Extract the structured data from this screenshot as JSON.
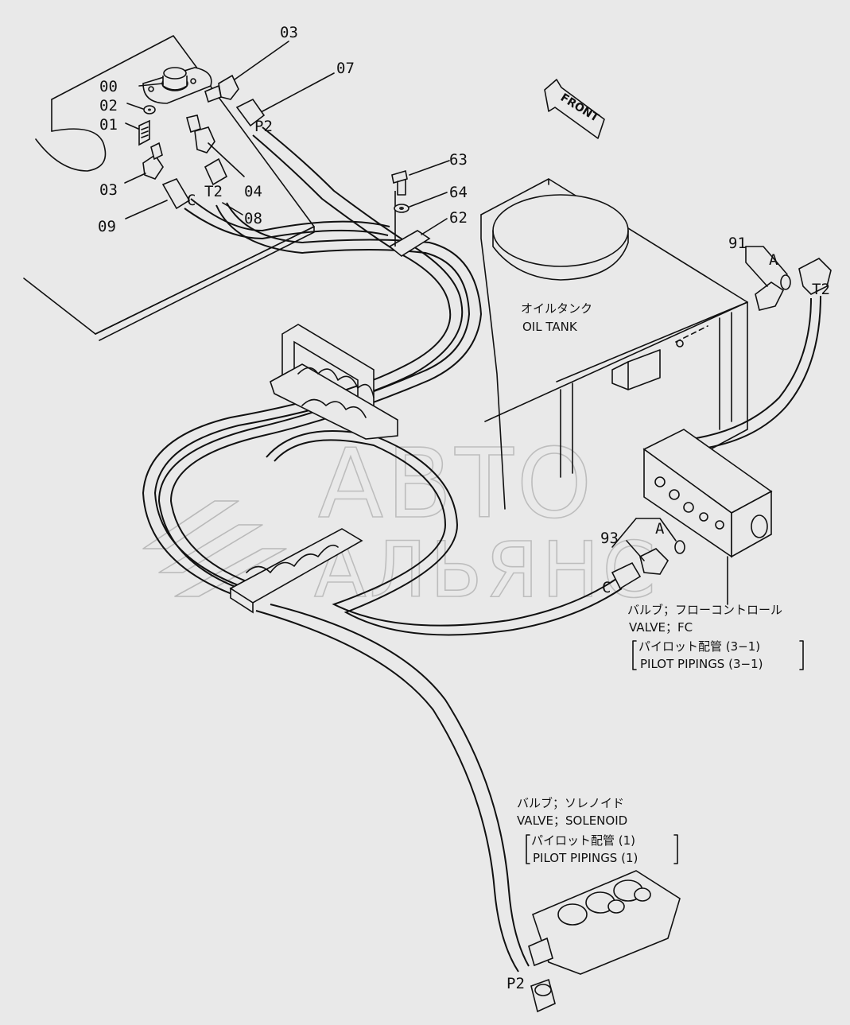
{
  "watermark": {
    "line1": "АВТО",
    "line2": "АЛЬЯНС"
  },
  "direction_arrow": "FRONT",
  "part_labels": {
    "p00": "00",
    "p01": "01",
    "p02": "02",
    "p03a": "03",
    "p03b": "03",
    "p04": "04",
    "p07": "07",
    "p08": "08",
    "p09": "09",
    "p62": "62",
    "p63": "63",
    "p64": "64",
    "p91": "91",
    "p93": "93"
  },
  "port_labels": {
    "p2_top": "P2",
    "t2_top": "T2",
    "c_top": "C",
    "a_right": "A",
    "t2_right": "T2",
    "a_valve": "A",
    "c_valve": "C",
    "p2_bottom": "P2"
  },
  "oil_tank": {
    "jp": "オイルタンク",
    "en": "OIL TANK"
  },
  "valve_fc": {
    "jp": "バルブ；フローコントロール",
    "en": "VALVE；FC",
    "ref_jp": "パイロット配管 (3−1)",
    "ref_en": "PILOT  PIPINGS (3−1)"
  },
  "valve_solenoid": {
    "jp": "バルブ；ソレノイド",
    "en": "VALVE；SOLENOID",
    "ref_jp": "パイロット配管 (1)",
    "ref_en": "PILOT  PIPINGS (1)"
  },
  "colors": {
    "background": "#e9e9e9",
    "line": "#111111",
    "watermark": "#9a9a9a"
  }
}
